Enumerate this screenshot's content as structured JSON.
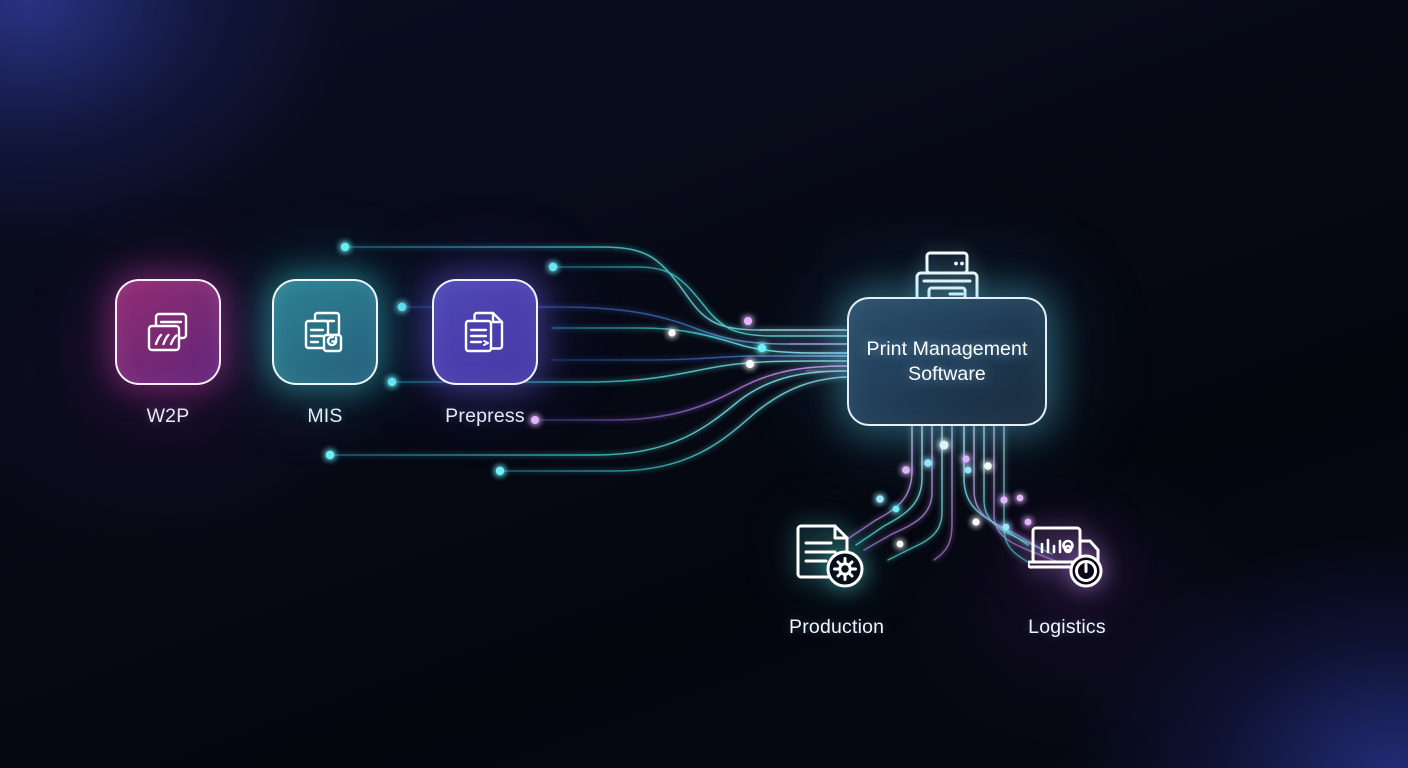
{
  "diagram": {
    "title": "Print Management Software workflow",
    "background_colors": {
      "base": "#05070f",
      "glow_top_left": "#2c368c",
      "glow_bottom_right": "#263082"
    },
    "hub": {
      "name": "print-management-hub",
      "label_line1": "Print Management",
      "label_line2": "Software",
      "icon": "printer-icon",
      "card_color": "#23415c",
      "border_color": "#f0f8ff",
      "glow_color": "#5fcdeb"
    },
    "inputs": [
      {
        "id": "w2p",
        "label": "W2P",
        "icon": "web-to-print-icon",
        "tile_color": "#7c2a74",
        "glow_color": "#be3ca5"
      },
      {
        "id": "mis",
        "label": "MIS",
        "icon": "mis-document-icon",
        "tile_color": "#2a7288",
        "glow_color": "#3cd2dc"
      },
      {
        "id": "prepress",
        "label": "Prepress",
        "icon": "prepress-files-icon",
        "tile_color": "#4a3fae",
        "glow_color": "#6e64eb"
      }
    ],
    "outputs": [
      {
        "id": "production",
        "label": "Production",
        "icon": "production-document-gear-icon",
        "glow_color": "#5ae6e1"
      },
      {
        "id": "logistics",
        "label": "Logistics",
        "icon": "logistics-monitor-icon",
        "glow_color": "#d796ff"
      }
    ],
    "connections": {
      "trace_colors": [
        "#3bb9d6",
        "#3f6fc4",
        "#49d4d0",
        "#8a63d8",
        "#c77ae0",
        "#dce8f5"
      ],
      "node_dot_colors": [
        "#6ff0f6",
        "#e8b8ff",
        "#ffffff",
        "#8fd4ff"
      ],
      "inbound_count": 6,
      "outbound_count": 8
    }
  }
}
